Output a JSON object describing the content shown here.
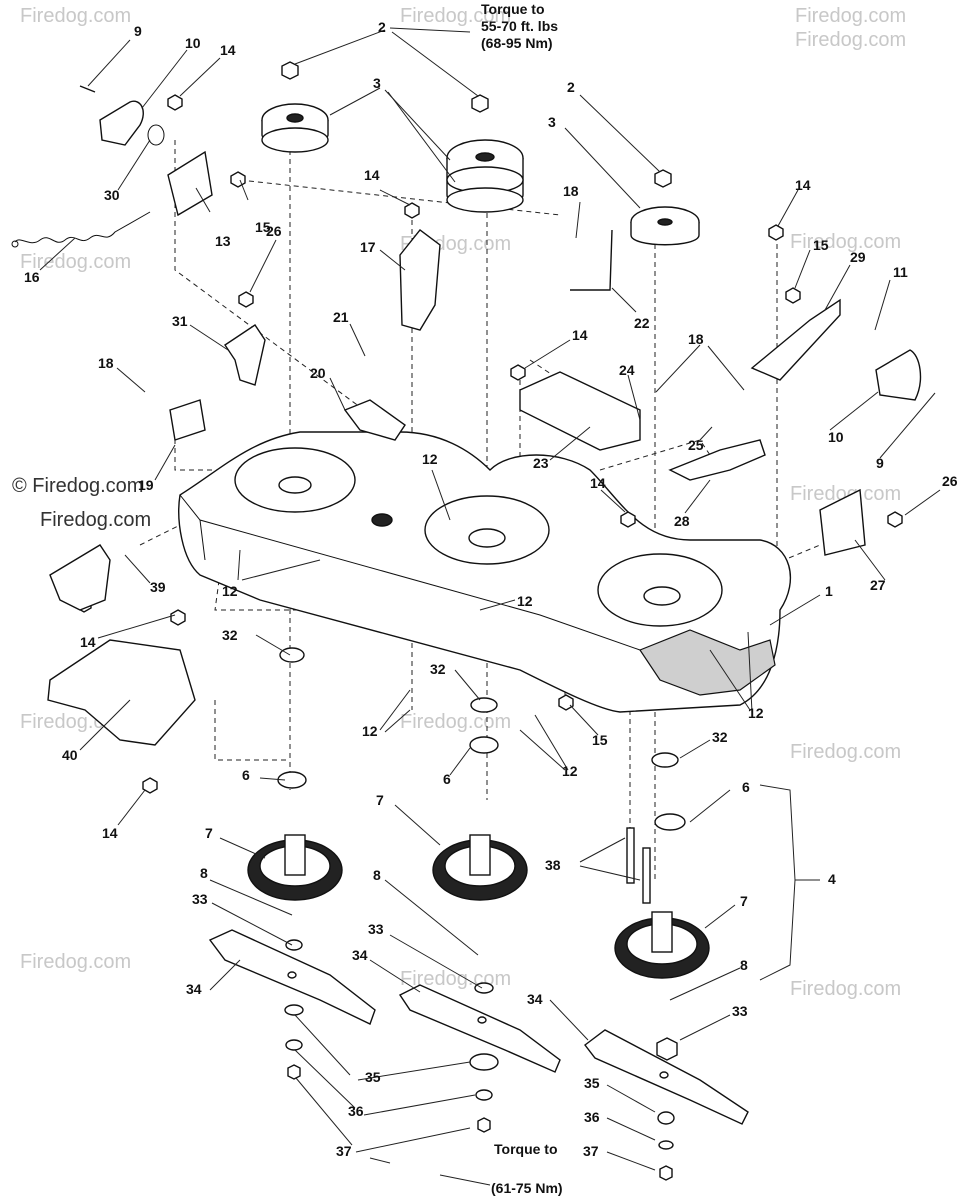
{
  "watermarks": {
    "text": "Firedog.com",
    "main": "© Firedog.com"
  },
  "torque_notes": {
    "top_line1": "Torque to",
    "top_line2": "55-70 ft. lbs",
    "top_line3": "(68-95 Nm)",
    "bottom_line1": "Torque to",
    "bottom_line2": "(61-75 Nm)"
  },
  "callouts": [
    {
      "id": "c9a",
      "text": "9"
    },
    {
      "id": "c10a",
      "text": "10"
    },
    {
      "id": "c14a",
      "text": "14"
    },
    {
      "id": "c2a",
      "text": "2"
    },
    {
      "id": "c3a",
      "text": "3"
    },
    {
      "id": "c2b",
      "text": "2"
    },
    {
      "id": "c3b",
      "text": "3"
    },
    {
      "id": "c14b",
      "text": "14"
    },
    {
      "id": "c18a",
      "text": "18"
    },
    {
      "id": "c14c",
      "text": "14"
    },
    {
      "id": "c30",
      "text": "30"
    },
    {
      "id": "c15a",
      "text": "15"
    },
    {
      "id": "c13",
      "text": "13"
    },
    {
      "id": "c16",
      "text": "16"
    },
    {
      "id": "c17",
      "text": "17"
    },
    {
      "id": "c22",
      "text": "22"
    },
    {
      "id": "c15b",
      "text": "15"
    },
    {
      "id": "c29",
      "text": "29"
    },
    {
      "id": "c11",
      "text": "11"
    },
    {
      "id": "c26a",
      "text": "26"
    },
    {
      "id": "c21",
      "text": "21"
    },
    {
      "id": "c31",
      "text": "31"
    },
    {
      "id": "c14d",
      "text": "14"
    },
    {
      "id": "c18b",
      "text": "18"
    },
    {
      "id": "c18c",
      "text": "18"
    },
    {
      "id": "c24",
      "text": "24"
    },
    {
      "id": "c20",
      "text": "20"
    },
    {
      "id": "c10b",
      "text": "10"
    },
    {
      "id": "c9b",
      "text": "9"
    },
    {
      "id": "c25",
      "text": "25"
    },
    {
      "id": "c19",
      "text": "19"
    },
    {
      "id": "c23",
      "text": "23"
    },
    {
      "id": "c12a",
      "text": "12"
    },
    {
      "id": "c14e",
      "text": "14"
    },
    {
      "id": "c28",
      "text": "28"
    },
    {
      "id": "c26b",
      "text": "26"
    },
    {
      "id": "c27",
      "text": "27"
    },
    {
      "id": "c39",
      "text": "39"
    },
    {
      "id": "c12b",
      "text": "12"
    },
    {
      "id": "c12c",
      "text": "12"
    },
    {
      "id": "c1",
      "text": "1"
    },
    {
      "id": "c14f",
      "text": "14"
    },
    {
      "id": "c32a",
      "text": "32"
    },
    {
      "id": "c32b",
      "text": "32"
    },
    {
      "id": "c12d",
      "text": "12"
    },
    {
      "id": "c12e",
      "text": "12"
    },
    {
      "id": "c15c",
      "text": "15"
    },
    {
      "id": "c12f",
      "text": "12"
    },
    {
      "id": "c40",
      "text": "40"
    },
    {
      "id": "c32c",
      "text": "32"
    },
    {
      "id": "c6a",
      "text": "6"
    },
    {
      "id": "c6b",
      "text": "6"
    },
    {
      "id": "c6c",
      "text": "6"
    },
    {
      "id": "c14g",
      "text": "14"
    },
    {
      "id": "c7a",
      "text": "7"
    },
    {
      "id": "c7b",
      "text": "7"
    },
    {
      "id": "c4",
      "text": "4"
    },
    {
      "id": "c38",
      "text": "38"
    },
    {
      "id": "c8a",
      "text": "8"
    },
    {
      "id": "c8b",
      "text": "8"
    },
    {
      "id": "c7c",
      "text": "7"
    },
    {
      "id": "c33a",
      "text": "33"
    },
    {
      "id": "c33b",
      "text": "33"
    },
    {
      "id": "c8c",
      "text": "8"
    },
    {
      "id": "c34a",
      "text": "34"
    },
    {
      "id": "c34b",
      "text": "34"
    },
    {
      "id": "c34c",
      "text": "34"
    },
    {
      "id": "c33c",
      "text": "33"
    },
    {
      "id": "c35a",
      "text": "35"
    },
    {
      "id": "c35b",
      "text": "35"
    },
    {
      "id": "c36a",
      "text": "36"
    },
    {
      "id": "c36b",
      "text": "36"
    },
    {
      "id": "c37a",
      "text": "37"
    },
    {
      "id": "c37b",
      "text": "37"
    }
  ]
}
